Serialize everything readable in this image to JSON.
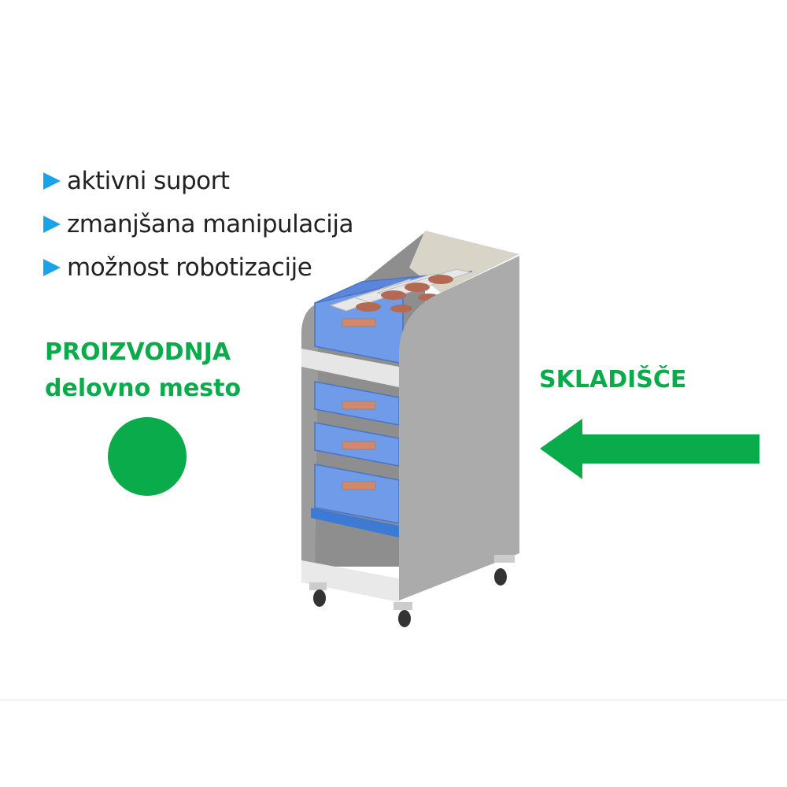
{
  "bullets": [
    "aktivni suport",
    "zmanjšana manipulacija",
    "možnost robotizacije"
  ],
  "production_label": {
    "line1": "PROIZVODNJA",
    "line2": "delovno mesto"
  },
  "warehouse_label": "SKLADIŠČE",
  "colors": {
    "accent_green": "#0aab4a",
    "bullet_blue": "#1aa3e8",
    "bin_blue": "#6f9be8",
    "panel_gray": "#ababab"
  }
}
